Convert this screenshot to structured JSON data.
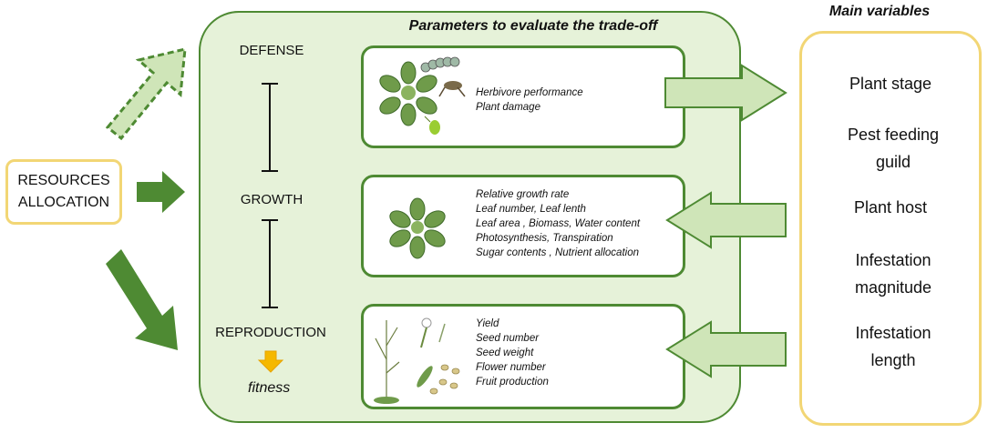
{
  "resources": {
    "line1": "RESOURCES",
    "line2": "ALLOCATION"
  },
  "panel_title": "Parameters to evaluate the trade-off",
  "categories": {
    "defense": "DEFENSE",
    "growth": "GROWTH",
    "reproduction": "REPRODUCTION",
    "fitness": "fitness"
  },
  "parameters": {
    "defense": [
      "Herbivore performance",
      "Plant damage"
    ],
    "growth": [
      "Relative growth rate",
      "Leaf number, Leaf lenth",
      "Leaf area , Biomass, Water content",
      "Photosynthesis, Transpiration",
      "Sugar contents , Nutrient allocation"
    ],
    "reproduction": [
      "Yield",
      "Seed number",
      "Seed weight",
      "Flower number",
      "Fruit production"
    ]
  },
  "main_variables": {
    "title": "Main variables",
    "items": [
      "Plant stage",
      "Pest feeding guild",
      "Plant host",
      "Infestation magnitude",
      "Infestation length"
    ]
  },
  "colors": {
    "dark_green": "#4e8a33",
    "light_green": "#cfe5b8",
    "panel_green": "#e6f2d9",
    "yellow_border": "#f2d675",
    "orange_arrow": "#f5b800"
  },
  "icons": [
    "rosette-plant-icon",
    "caterpillar-icon",
    "grasshopper-icon",
    "aphid-icon",
    "flowering-plant-icon",
    "seed-pod-icon",
    "seeds-icon"
  ]
}
